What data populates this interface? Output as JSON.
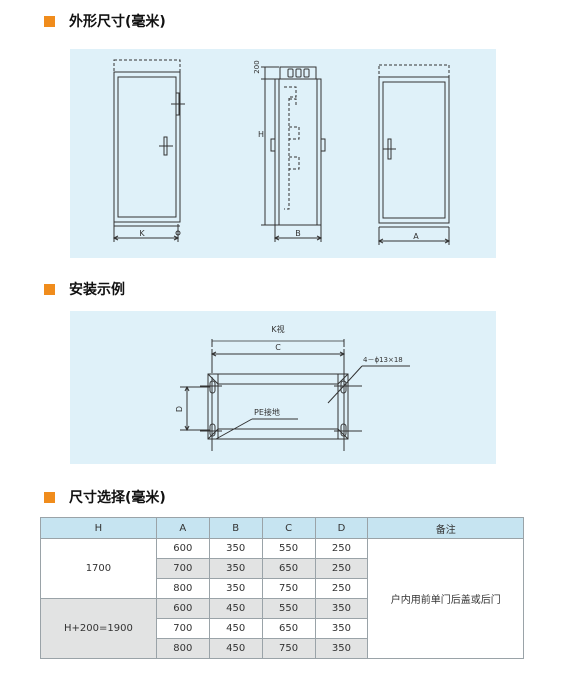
{
  "sections": {
    "outline": {
      "title": "外形尺寸(毫米)"
    },
    "install": {
      "title": "安装示例"
    },
    "select": {
      "title": "尺寸选择(毫米)"
    }
  },
  "outline_labels": {
    "k": "K",
    "h": "H",
    "top": "200",
    "b": "B",
    "a": "A"
  },
  "install_labels": {
    "kview": "K视",
    "c": "C",
    "d": "D",
    "hole": "4－ϕ13×18",
    "pe": "PE接地"
  },
  "table": {
    "headers": [
      "H",
      "A",
      "B",
      "C",
      "D",
      "备注"
    ],
    "groups": [
      {
        "h": "1700",
        "rows": [
          [
            "600",
            "350",
            "550",
            "250"
          ],
          [
            "700",
            "350",
            "650",
            "250"
          ],
          [
            "800",
            "350",
            "750",
            "250"
          ]
        ]
      },
      {
        "h": "H+200=1900",
        "rows": [
          [
            "600",
            "450",
            "550",
            "350"
          ],
          [
            "700",
            "450",
            "650",
            "350"
          ],
          [
            "800",
            "450",
            "750",
            "350"
          ]
        ]
      }
    ],
    "note": "户内用前单门后盖或后门"
  },
  "colors": {
    "accent": "#f08c1c",
    "panel": "#dff1f9",
    "header": "#c6e4f1",
    "shade": "#e2e3e3"
  }
}
